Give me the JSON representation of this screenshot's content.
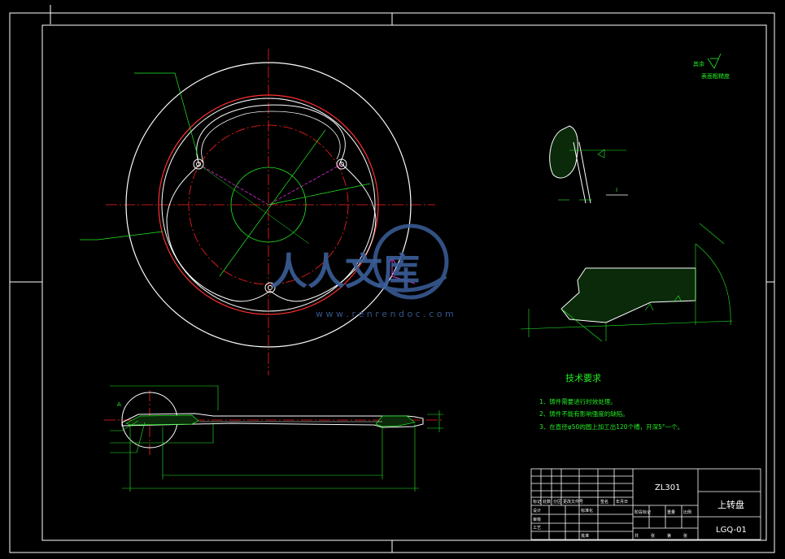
{
  "colors": {
    "background": "#000000",
    "outline": "#ffffff",
    "center_line": "#ff2020",
    "dimension": "#22ee22",
    "construction": "#ff33ff",
    "text": "#22ee22",
    "watermark": "#3b5f9a"
  },
  "watermark": {
    "logo_text": "人人文库",
    "url": "w w w . r e n r e n d o c . c o m"
  },
  "roughness_note": {
    "label": "其余",
    "symbol_caption": "表面粗糙度"
  },
  "tech_requirements": {
    "title": "技术要求",
    "items": [
      "1、铸件需要进行时效处理。",
      "2、铸件不能有影响强度的缺陷。",
      "3、在直径φ50的圆上加工出120个槽，开深5°一个。"
    ]
  },
  "detail_label": "I",
  "section_label": "A",
  "title_block": {
    "material": "ZL301",
    "part_name": "上转盘",
    "drawing_no": "LGQ-01",
    "header_cells": [
      "标记",
      "处数",
      "分区",
      "更改文件号",
      "签名",
      "年月日"
    ],
    "row_cells": [
      "设计",
      "标准化",
      "审核",
      "工艺",
      "批准"
    ],
    "right_cells": [
      "阶段标记",
      "重量",
      "比例",
      "共",
      "张",
      "第",
      "张"
    ]
  }
}
